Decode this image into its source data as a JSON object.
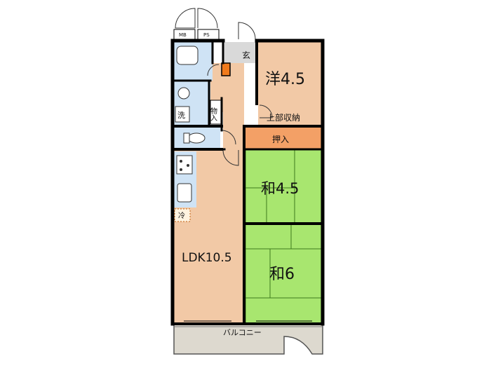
{
  "rooms": {
    "western": {
      "label": "洋4.5"
    },
    "upper_storage": {
      "label": "上部収納"
    },
    "oshiire": {
      "label": "押入"
    },
    "japanese_small": {
      "label": "和4.5"
    },
    "japanese_large": {
      "label": "和6"
    },
    "ldk": {
      "label": "LDK10.5"
    },
    "balcony": {
      "label": "バルコニー"
    },
    "entrance": {
      "label": "玄"
    },
    "closet": {
      "label": "物入"
    },
    "washer": {
      "label": "洗"
    },
    "fridge": {
      "label": "冷"
    },
    "mb": {
      "label": "MB"
    },
    "ps": {
      "label": "PS"
    }
  },
  "colors": {
    "wood_floor": "#f2c9a6",
    "tatami": "#a8e66f",
    "wet_area": "#cfe3f5",
    "storage": "#f3a066",
    "entrance": "#d9d9d9",
    "balcony": "#ddd9cf",
    "wall": "#000000",
    "closet_box": "#f07a1c"
  }
}
